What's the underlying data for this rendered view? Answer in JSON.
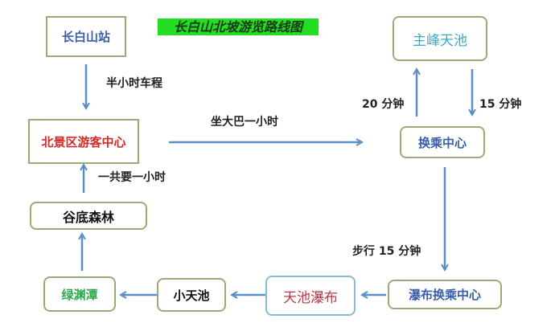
{
  "title": "长白山北坡游览路线图",
  "nodes": {
    "changbaishan_station": "长白山站",
    "zhufeng_tianchi": "主峰天池",
    "north_visitor_center": "北景区游客中心",
    "transfer_center": "换乘中心",
    "valley_forest": "谷底森林",
    "lvyuan_pool": "绿渊潭",
    "small_tianchi": "小天池",
    "tianchi_waterfall": "天池瀑布",
    "waterfall_transfer_center": "瀑布换乘中心"
  },
  "edges": {
    "station_to_center": "半小时车程",
    "center_to_transfer": "坐大巴一小时",
    "transfer_to_peak": "20 分钟",
    "peak_to_transfer": "15 分钟",
    "transfer_to_waterfall_transfer": "步行 15 分钟",
    "forest_to_center": "一共要一小时"
  },
  "colors": {
    "arrow": "#5b8fc4",
    "box_border": "#9aab78",
    "title_bg": "#22dd22"
  }
}
